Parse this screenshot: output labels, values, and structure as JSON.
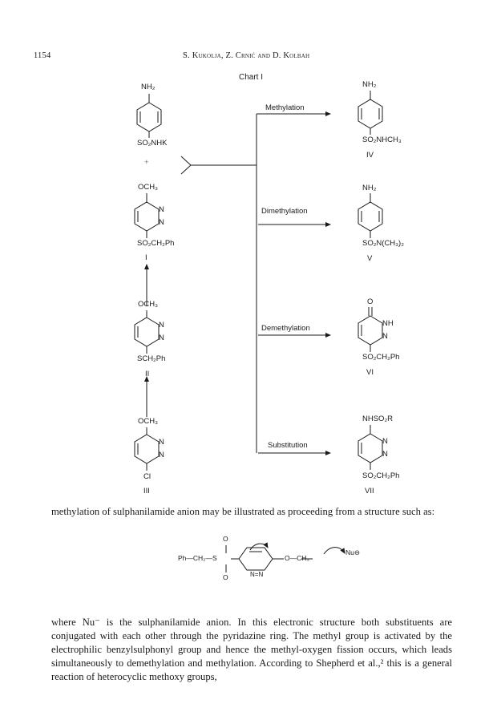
{
  "header": {
    "page_number": "1154",
    "authors": "S. Kukolja, Z. Crnić and D. Kolbah"
  },
  "chart": {
    "title": "Chart I",
    "reactions": [
      {
        "label": "Methylation"
      },
      {
        "label": "Dimethylation"
      },
      {
        "label": "Demethylation"
      },
      {
        "label": "Substitution"
      }
    ],
    "left_compounds": {
      "sulphanilamide": {
        "top": "NH₂",
        "bottom": "SO₂NHK"
      },
      "plus": "+",
      "compound_I": {
        "top": "OCH₃",
        "n1": "N",
        "n2": "N",
        "bottom": "SO₂CH₂Ph",
        "numeral": "I"
      },
      "compound_II": {
        "top": "OCH₃",
        "n1": "N",
        "n2": "N",
        "bottom": "SCH₂Ph",
        "numeral": "II"
      },
      "compound_III": {
        "top": "OCH₃",
        "n1": "N",
        "n2": "N",
        "bottom": "Cl",
        "numeral": "III"
      }
    },
    "right_compounds": {
      "compound_IV": {
        "top": "NH₂",
        "bottom": "SO₂NHCH₃",
        "numeral": "IV"
      },
      "compound_V": {
        "top": "NH₂",
        "bottom": "SO₂N(CH₃)₂",
        "numeral": "V"
      },
      "compound_VI": {
        "top": "O",
        "nh": "NH",
        "n": "N",
        "bottom": "SO₂CH₂Ph",
        "numeral": "VI"
      },
      "compound_VII": {
        "top": "NHSO₂R",
        "n1": "N",
        "n2": "N",
        "bottom": "SO₂CH₂Ph",
        "numeral": "VII"
      }
    }
  },
  "body": {
    "paragraph1": "methylation of sulphanilamide anion may be illustrated as proceeding from a structure such as:",
    "structure": {
      "o_top": "O",
      "o_bottom": "O",
      "left": "Ph—CH₂—S",
      "nn": "N=N",
      "right": "O—CH₃",
      "nu": "Nu⊖"
    },
    "paragraph2": "where Nu⁻ is the sulphanilamide anion. In this electronic structure both substituents are conjugated with each other through the pyridazine ring. The methyl group is activated by the electrophilic benzylsulphonyl group and hence the methyl-oxygen fission occurs, which leads simultaneously to demethylation and methylation. According to Shepherd et al.,² this is a general reaction of heterocyclic methoxy groups,"
  }
}
